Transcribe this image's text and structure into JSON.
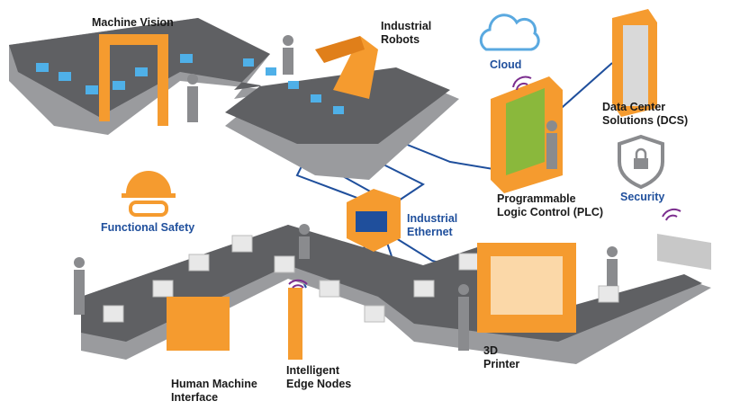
{
  "labels": {
    "machine_vision": "Machine Vision",
    "industrial_robots": "Industrial\nRobots",
    "cloud": "Cloud",
    "data_center": "Data Center\nSolutions (DCS)",
    "functional_safety": "Functional Safety",
    "industrial_ethernet": "Industrial\nEthernet",
    "plc": "Programmable\nLogic Control (PLC)",
    "security": "Security",
    "hmi": "Human Machine\nInterface",
    "edge_nodes": "Intelligent\nEdge Nodes",
    "printer_3d": "3D\nPrinter"
  },
  "colors": {
    "accent_orange": "#f59b2f",
    "network_blue": "#1f4f9c",
    "conveyor_gray": "#6d6e71",
    "cloud_blue": "#5aa9e0"
  },
  "icons": [
    "cloud-icon",
    "hard-hat-safety-icon",
    "shield-lock-icon",
    "ethernet-port-icon",
    "wifi-icon"
  ]
}
